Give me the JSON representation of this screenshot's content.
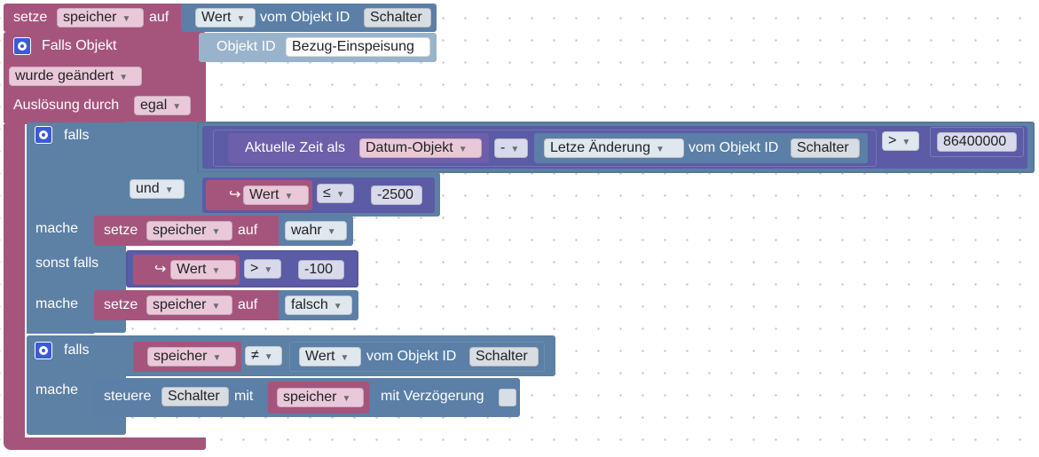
{
  "trigger_block": {
    "set_label": "setze",
    "var_name": "speicher",
    "to_label": "auf",
    "value_field": "Wert",
    "from_object_label": "vom Objekt ID",
    "object_id": "Schalter"
  },
  "on_change": {
    "title": "Falls Objekt",
    "object_id_label": "Objekt ID",
    "object_id": "Bezug-Einspeisung",
    "condition": "wurde geändert",
    "trigger_label": "Auslösung durch",
    "trigger_value": "egal"
  },
  "if_block_1": {
    "if_label": "falls",
    "time_label": "Aktuelle Zeit als",
    "time_format": "Datum-Objekt",
    "minus_op": "-",
    "last_change_field": "Letze Änderung",
    "from_object_label": "vom Objekt ID",
    "object_id": "Schalter",
    "greater_op": ">",
    "threshold_ms": "86400000",
    "and_label": "und",
    "value_arrow": "↪",
    "value_field": "Wert",
    "lte_op": "≤",
    "low_value": "-2500",
    "do_label": "mache",
    "set_label": "setze",
    "var_name": "speicher",
    "to_label": "auf",
    "true_value": "wahr",
    "else_if_label": "sonst falls",
    "gt_op": ">",
    "high_value": "-100",
    "do_label_2": "mache",
    "false_value": "falsch"
  },
  "if_block_2": {
    "if_label": "falls",
    "var_name": "speicher",
    "neq_op": "≠",
    "value_field": "Wert",
    "from_object_label": "vom Objekt ID",
    "object_id": "Schalter",
    "do_label": "mache",
    "control_label": "steuere",
    "target_id": "Schalter",
    "with_label": "mit",
    "source_var": "speicher",
    "delay_label": "mit Verzögerung",
    "delay_checked": false
  },
  "colors": {
    "variable_block": "#a5557c",
    "io_block": "#5b7fa6",
    "logic_block": "#5d80a5",
    "math_block": "#5c5ba6",
    "time_block": "#6d5fa9",
    "gear_icon": "#3b5bd6"
  }
}
